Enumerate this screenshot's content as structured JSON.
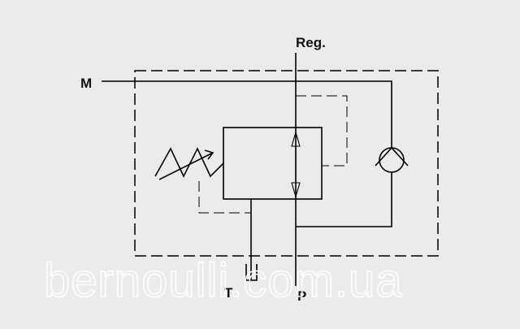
{
  "ports": {
    "reg": "Reg.",
    "m": "M",
    "t": "T",
    "p": "P"
  },
  "watermark": "bernoulli.com.ua",
  "colors": {
    "background": "#e9ebec",
    "line": "#000000",
    "watermark": "#ffffff"
  }
}
